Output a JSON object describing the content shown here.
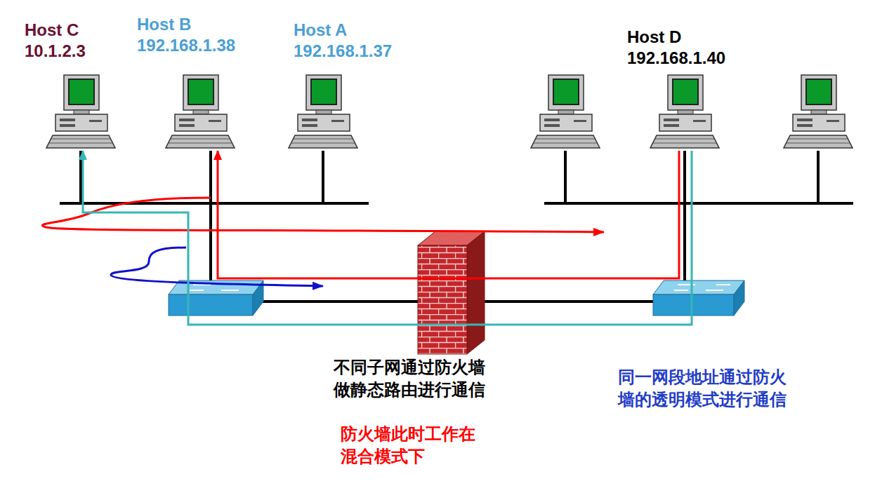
{
  "diagram": {
    "nodes": [
      {
        "text": [
          "Host C",
          "10.1.2.3"
        ]
      },
      {
        "text": [
          "Host B",
          "192.168.1.38"
        ]
      },
      {
        "text": [
          "Host A",
          "192.168.1.37"
        ]
      },
      {
        "text": [
          "Host D",
          "192.168.1.40"
        ]
      }
    ],
    "edges": [
      {
        "from": 3,
        "to": 1,
        "arrow": "to"
      },
      {
        "from": 3,
        "to": 0,
        "arrow": "to"
      }
    ],
    "labels": [
      "不同子网通过防火墙 做静态路由进行通信",
      "防火墙此时工作在 混合模式下",
      "同一网段地址通过防火 墙的透明模式进行通信"
    ]
  }
}
